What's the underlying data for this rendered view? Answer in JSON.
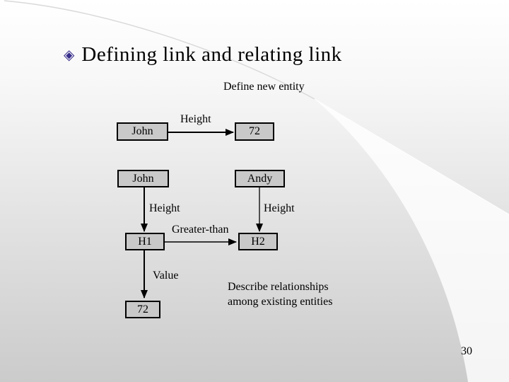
{
  "slide": {
    "title": "Defining link and relating link",
    "bullet_glyph": "◈",
    "page_number": "30"
  },
  "captions": {
    "define_new_entity": "Define new entity",
    "describe_relationships": [
      "Describe relationships",
      "among existing entities"
    ]
  },
  "diagram": {
    "boxes": [
      {
        "id": "john-1",
        "label": "John"
      },
      {
        "id": "seventy-two-top",
        "label": "72"
      },
      {
        "id": "john-2",
        "label": "John"
      },
      {
        "id": "andy",
        "label": "Andy"
      },
      {
        "id": "h1",
        "label": "H1"
      },
      {
        "id": "h2",
        "label": "H2"
      },
      {
        "id": "seventy-two-bottom",
        "label": "72"
      }
    ],
    "links": [
      {
        "from": "john-1",
        "to": "seventy-two-top",
        "label": "Height"
      },
      {
        "from": "john-2",
        "to": "h1",
        "label": "Height"
      },
      {
        "from": "andy",
        "to": "h2",
        "label": "Height"
      },
      {
        "from": "h1",
        "to": "h2",
        "label": "Greater-than"
      },
      {
        "from": "h1",
        "to": "seventy-two-bottom",
        "label": "Value"
      }
    ]
  },
  "colors": {
    "background_top": "#ffffff",
    "background_bottom": "#cbcbcb",
    "swoosh_band": "#fcfcfc",
    "box_fill": "#c9c9c9",
    "box_border": "#000000",
    "text": "#000000",
    "bullet_accent": "#372e8b"
  }
}
